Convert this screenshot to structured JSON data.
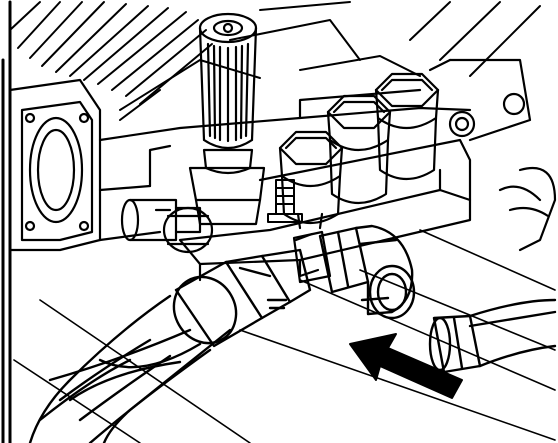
{
  "illustration": {
    "style": "black line-art technical illustration",
    "colors": {
      "line": "#000000",
      "background": "#ffffff",
      "arrow_fill": "#000000"
    },
    "parts": [
      "frame-border",
      "engine-cooling-fins",
      "engine-flange",
      "unloader-valve",
      "pump-manifold",
      "valve-cap-1",
      "valve-cap-2",
      "valve-cap-3",
      "inlet-hose",
      "quick-connect-coupler",
      "outlet-hose",
      "direction-arrow",
      "mounting-bracket"
    ]
  }
}
